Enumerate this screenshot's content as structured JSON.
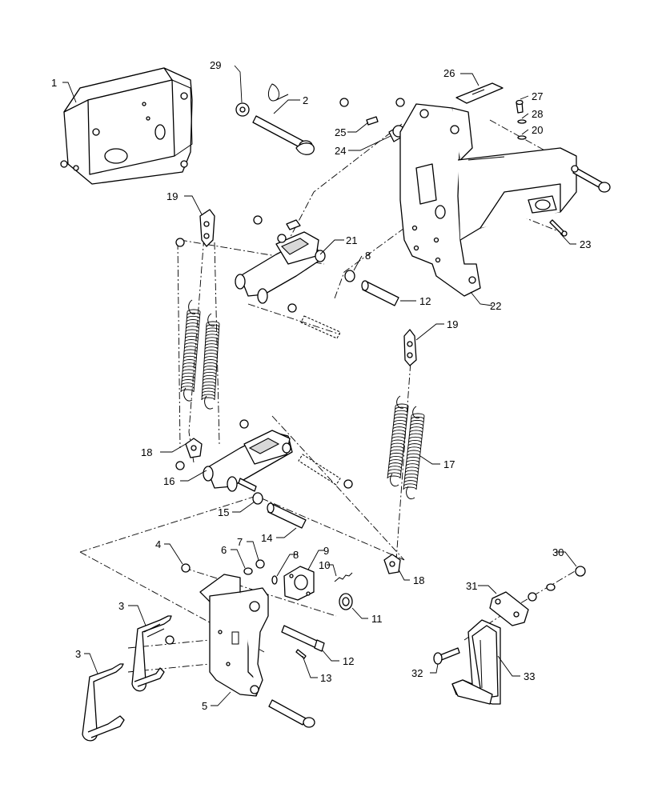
{
  "callouts": {
    "c1": "1",
    "c2": "2",
    "c3a": "3",
    "c3b": "3",
    "c4": "4",
    "c5": "5",
    "c6": "6",
    "c7": "7",
    "c8a": "8",
    "c8b": "8",
    "c9": "9",
    "c10": "10",
    "c11": "11",
    "c12a": "12",
    "c12b": "12",
    "c13": "13",
    "c14": "14",
    "c15": "15",
    "c16": "16",
    "c17": "17",
    "c18a": "18",
    "c18b": "18",
    "c19a": "19",
    "c19b": "19",
    "c20": "20",
    "c21": "21",
    "c22": "22",
    "c23": "23",
    "c24": "24",
    "c25": "25",
    "c26": "26",
    "c27": "27",
    "c28": "28",
    "c29": "29",
    "c30": "30",
    "c31": "31",
    "c32": "32",
    "c33": "33"
  }
}
